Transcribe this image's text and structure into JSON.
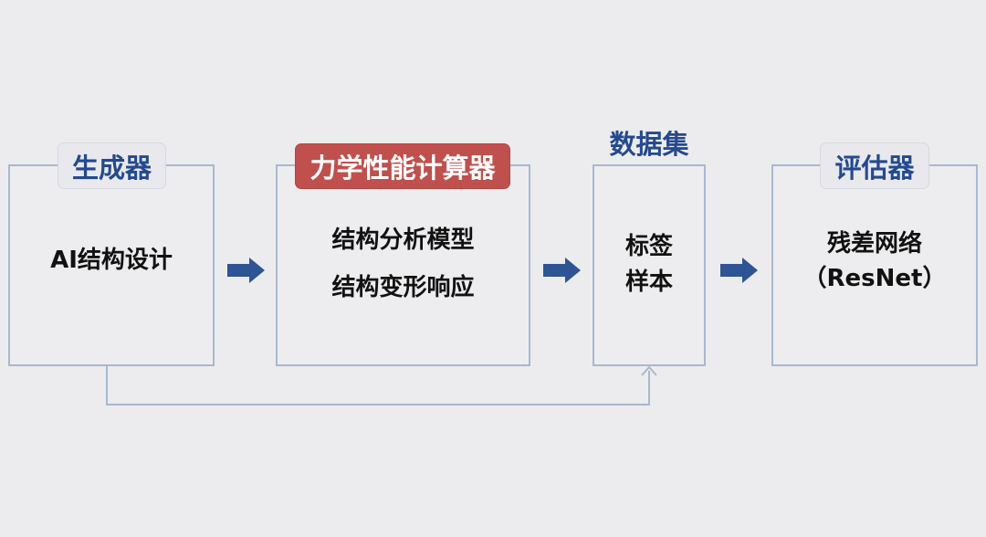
{
  "nodes": {
    "generator": {
      "title": "生成器",
      "content": "AI结构设计"
    },
    "mechanics": {
      "title": "力学性能计算器",
      "line1": "结构分析模型",
      "line2": "结构变形响应"
    },
    "dataset": {
      "title": "数据集",
      "line1": "标签",
      "line2": "样本"
    },
    "evaluator": {
      "title": "评估器",
      "line1": "残差网络",
      "line2": "（ResNet）"
    }
  },
  "colors": {
    "arrow": "#2e5494",
    "box_border": "#a9b7cf",
    "title_text": "#24498e",
    "highlight_tag": "#c0504d"
  }
}
